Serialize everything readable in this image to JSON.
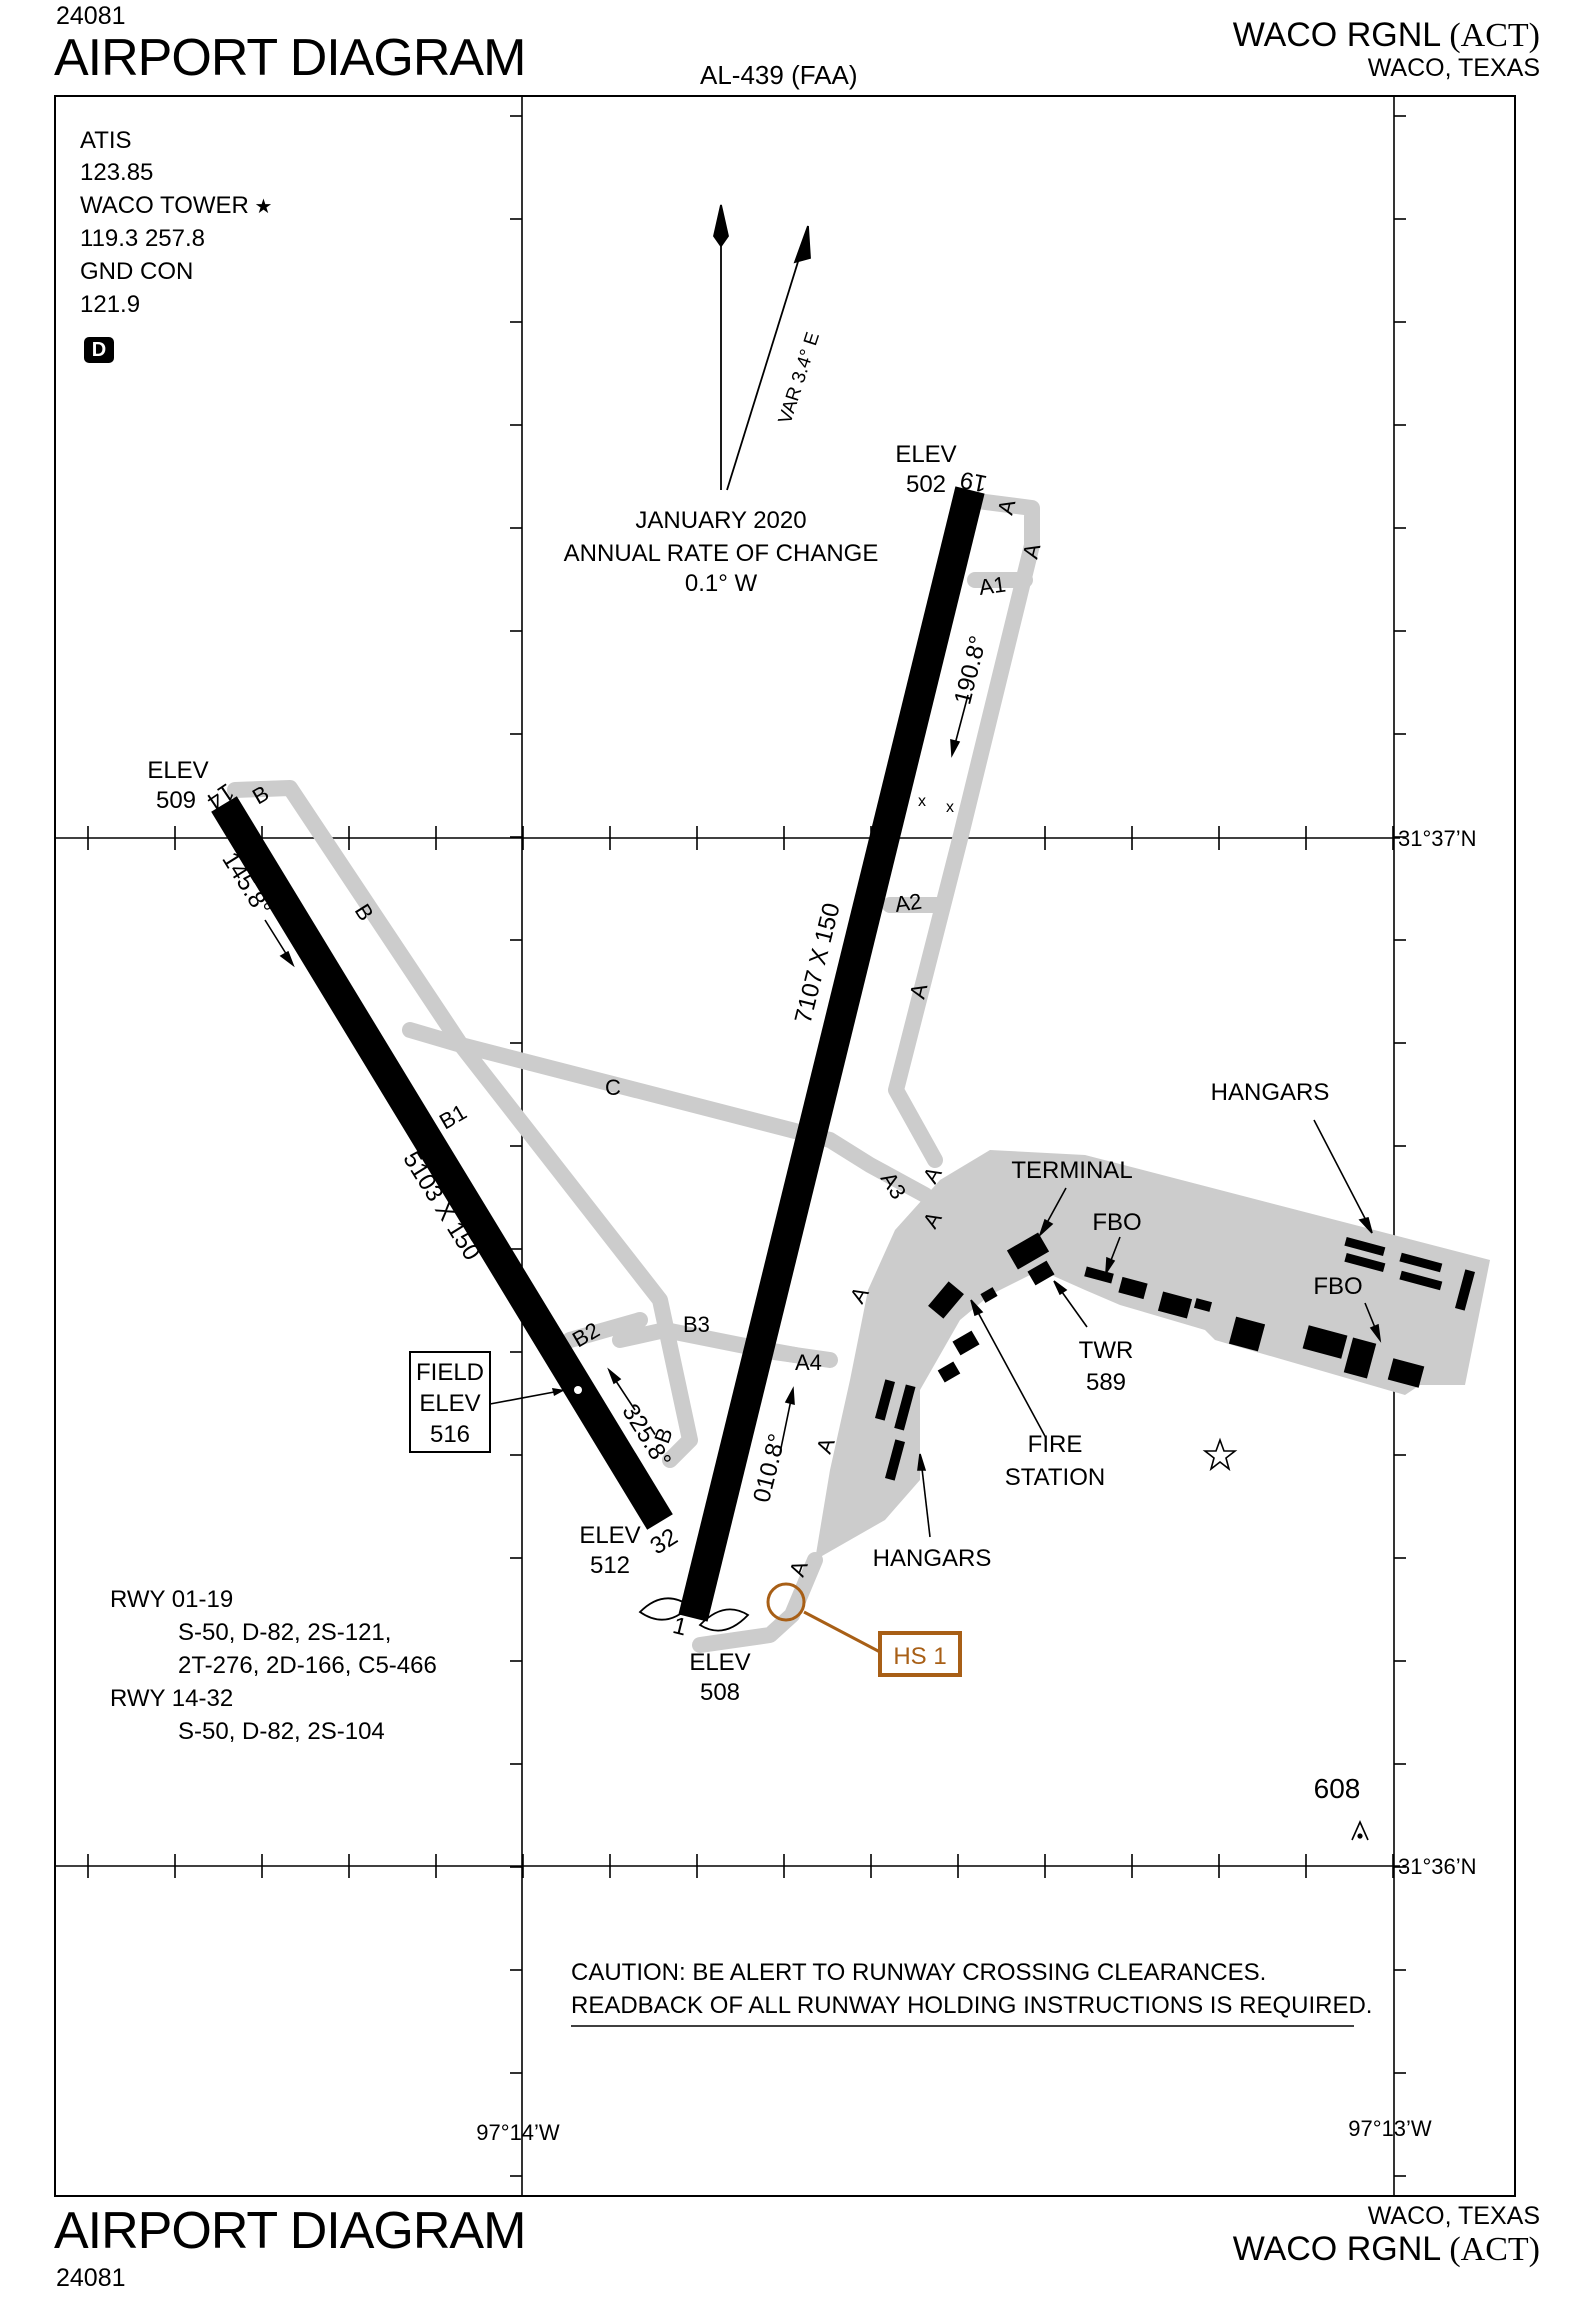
{
  "header": {
    "chart_number": "24081",
    "title": "AIRPORT DIAGRAM",
    "airport_name": "WACO RGNL",
    "airport_id": "(ACT)",
    "city_state": "WACO, TEXAS",
    "approval": "AL-439 (FAA)"
  },
  "frequencies": {
    "atis_label": "ATIS",
    "atis_freq": "123.85",
    "tower_label": "WACO TOWER",
    "tower_freq": "119.3 257.8",
    "gnd_label": "GND CON",
    "gnd_freq": "121.9",
    "airspace_badge": "D"
  },
  "magnetic": {
    "variation": "VAR 3.4° E",
    "date": "JANUARY 2020",
    "rate_label": "ANNUAL RATE OF CHANGE",
    "rate": "0.1° W"
  },
  "runways": {
    "rwy_01_19": {
      "dims": "7107 X 150",
      "end_19": "19",
      "end_1": "1",
      "elev_19": "502",
      "elev_1": "508",
      "hdg_19": "190.8°",
      "hdg_1": "010.8°"
    },
    "rwy_14_32": {
      "dims": "5103 X 150",
      "end_14": "14",
      "end_32": "32",
      "elev_14": "509",
      "elev_32": "512",
      "hdg_14": "145.8°",
      "hdg_32": "325.8°"
    }
  },
  "taxiways": {
    "A": "A",
    "A1": "A1",
    "A2": "A2",
    "A3": "A3",
    "A4": "A4",
    "B": "B",
    "B1": "B1",
    "B2": "B2",
    "B3": "B3",
    "C": "C"
  },
  "labels": {
    "elev": "ELEV",
    "field": "FIELD",
    "field_elev": "516",
    "hangars": "HANGARS",
    "terminal": "TERMINAL",
    "fbo": "FBO",
    "twr": "TWR",
    "twr_elev": "589",
    "fire": "FIRE",
    "station": "STATION",
    "hot_spot": "HS 1",
    "obstacle_elev": "608"
  },
  "coordinates": {
    "lat_top": "31°37’N",
    "lat_bottom": "31°36’N",
    "lon_left": "97°14’W",
    "lon_right": "97°13’W"
  },
  "strength": {
    "rwy1_label": "RWY 01-19",
    "rwy1_line1": "S-50, D-82, 2S-121,",
    "rwy1_line2": "2T-276, 2D-166, C5-466",
    "rwy2_label": "RWY 14-32",
    "rwy2_line1": "S-50, D-82, 2S-104"
  },
  "caution": {
    "line1": "CAUTION:  BE ALERT TO RUNWAY CROSSING CLEARANCES.",
    "line2": "READBACK OF ALL RUNWAY HOLDING INSTRUCTIONS IS REQUIRED."
  },
  "colors": {
    "pavement": "#cccccc",
    "runway": "#000000",
    "hot_spot": "#a85f16"
  }
}
